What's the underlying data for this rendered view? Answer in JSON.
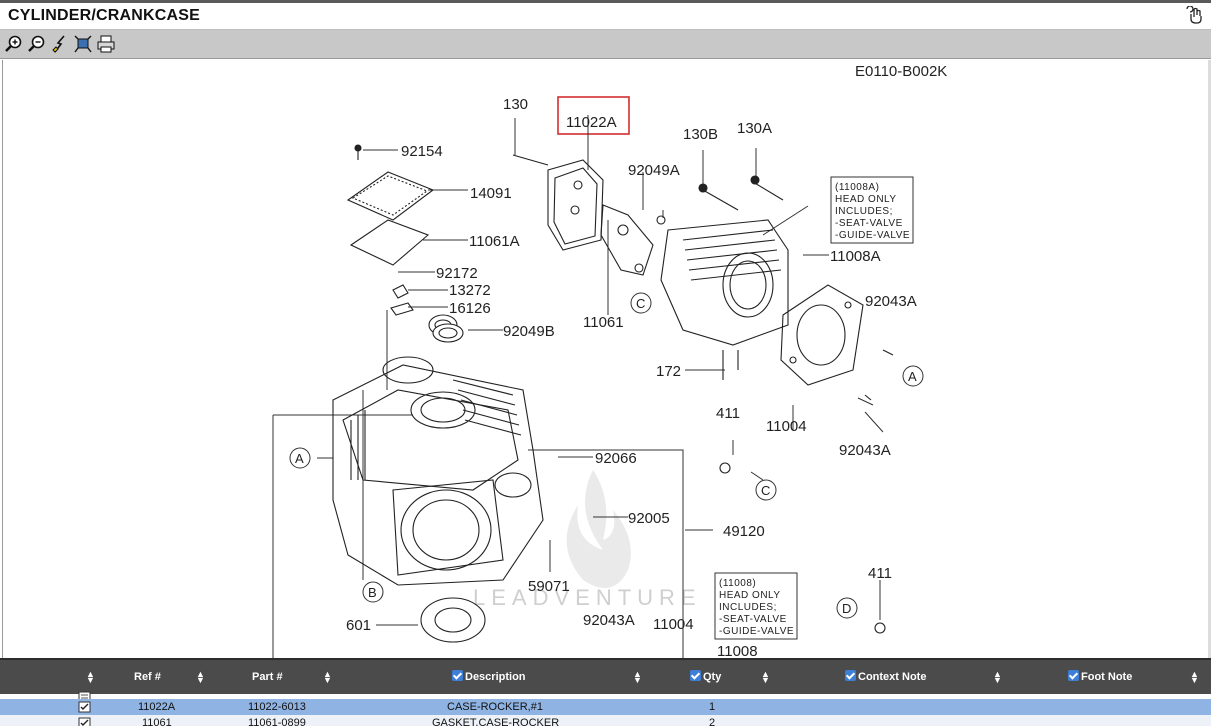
{
  "window": {
    "title": "CYLINDER/CRANKCASE"
  },
  "toolbar": {
    "icons": [
      "zoom-in-icon",
      "zoom-out-icon",
      "highlight-icon",
      "fit-icon",
      "print-icon"
    ]
  },
  "diagram": {
    "code": "E0110-B002K",
    "watermark": "LEADVENTURE",
    "highlighted_ref": "11022A",
    "callouts": [
      "130",
      "11022A",
      "130B",
      "130A",
      "92154",
      "14091",
      "92049A",
      "11061A",
      "11008A",
      "92172",
      "13272",
      "16126",
      "92043A",
      "92049B",
      "11061",
      "172",
      "411",
      "11004",
      "92043A",
      "92066",
      "92005",
      "49120",
      "59071",
      "601",
      "92043A",
      "11004",
      "11008",
      "411"
    ],
    "letters": [
      "A",
      "B",
      "C",
      "A",
      "C",
      "D"
    ],
    "note_11008A": [
      "(11008A)",
      "HEAD ONLY",
      "INCLUDES;",
      "-SEAT-VALVE",
      "-GUIDE-VALVE"
    ],
    "note_11008": [
      "(11008)",
      "HEAD ONLY",
      "INCLUDES;",
      "-SEAT-VALVE",
      "-GUIDE-VALVE"
    ],
    "partial_label": "130B"
  },
  "grid": {
    "columns": {
      "ref": "Ref #",
      "part": "Part #",
      "description": "Description",
      "qty": "Qty",
      "context_note": "Context Note",
      "foot_note": "Foot Note"
    },
    "rows": [
      {
        "ref": "11022A",
        "part": "11022-6013",
        "description": "CASE-ROCKER,#1",
        "qty": "1"
      },
      {
        "ref": "11061",
        "part": "11061-0899",
        "description": "GASKET,CASE-ROCKER",
        "qty": "2"
      }
    ]
  }
}
